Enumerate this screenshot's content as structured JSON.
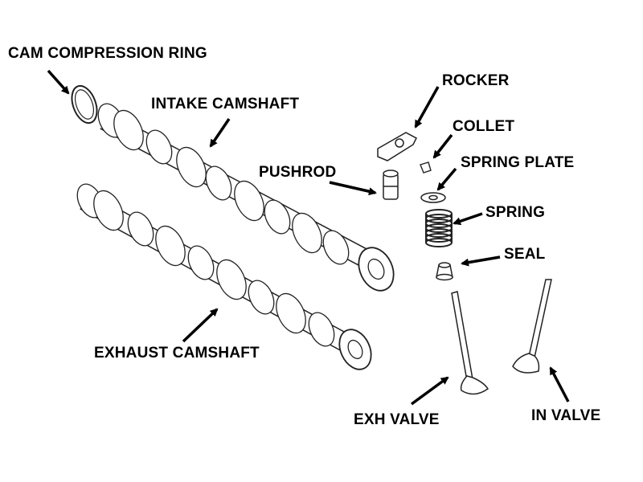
{
  "labels": {
    "cam_compression_ring": "CAM COMPRESSION RING",
    "intake_camshaft": "INTAKE CAMSHAFT",
    "exhaust_camshaft": "EXHAUST CAMSHAFT",
    "rocker": "ROCKER",
    "collet": "COLLET",
    "spring_plate": "SPRING PLATE",
    "spring": "SPRING",
    "pushrod": "PUSHROD",
    "seal": "SEAL",
    "exh_valve": "EXH VALVE",
    "in_valve": "IN VALVE"
  }
}
